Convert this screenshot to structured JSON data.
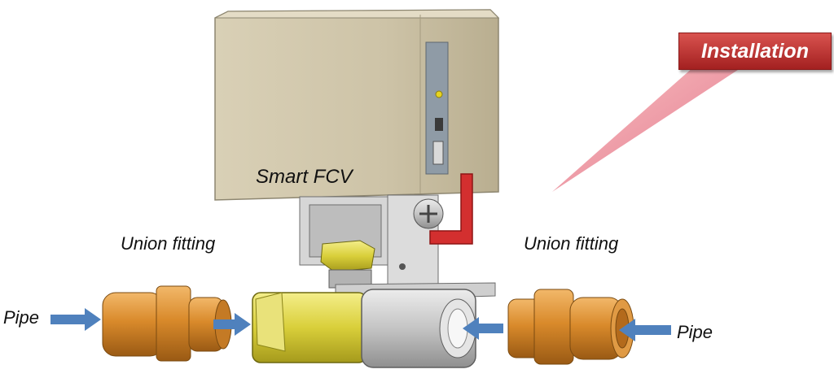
{
  "title_badge": {
    "label": "Installation"
  },
  "labels": {
    "actuator": "Smart FCV",
    "union_left": "Union fitting",
    "union_right": "Union fitting",
    "pipe_left": "Pipe",
    "pipe_right": "Pipe"
  },
  "colors": {
    "actuator_body": "#cbc1a6",
    "brass": "#d98a2b",
    "valve_yellow": "#d9cf3a",
    "steel": "#c4c4c4",
    "arrow": "#4f81bd",
    "badge": "#c0392b",
    "handle": "#d32f2f"
  }
}
